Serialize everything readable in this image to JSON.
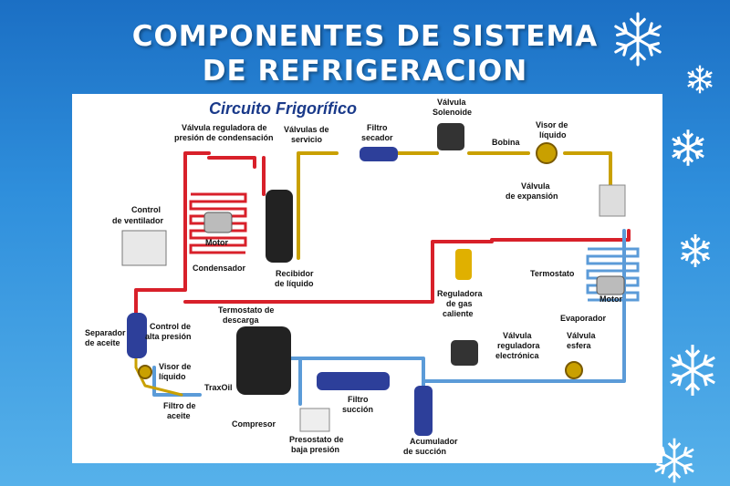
{
  "slide": {
    "title_line1": "COMPONENTES DE SISTEMA",
    "title_line2": "DE REFRIGERACION"
  },
  "diagram": {
    "title": "Circuito Frigorífico",
    "labels": {
      "valvula_reguladora_1": "Válvula reguladora de",
      "valvula_reguladora_2": "presión de condensación",
      "valvulas_servicio_1": "Válvulas de",
      "valvulas_servicio_2": "servicio",
      "filtro_secador_1": "Filtro",
      "filtro_secador_2": "secador",
      "valvula_solenoide_1": "Válvula",
      "valvula_solenoide_2": "Solenoide",
      "bobina": "Bobina",
      "visor_liquido_top_1": "Visor de",
      "visor_liquido_top_2": "líquido",
      "valvula_expansion_1": "Válvula",
      "valvula_expansion_2": "de expansión",
      "control_ventilador_1": "Control",
      "control_ventilador_2": "de ventilador",
      "motor_condensador": "Motor",
      "condensador": "Condensador",
      "recibidor_1": "Recibidor",
      "recibidor_2": "de líquido",
      "termostato": "Termostato",
      "motor_evaporador": "Motor",
      "evaporador": "Evaporador",
      "reguladora_gas_1": "Reguladora",
      "reguladora_gas_2": "de gas",
      "reguladora_gas_3": "caliente",
      "separador_1": "Separador",
      "separador_2": "de aceite",
      "control_alta_1": "Control de",
      "control_alta_2": "alta presión",
      "termostato_descarga_1": "Termostato de",
      "termostato_descarga_2": "descarga",
      "visor_liquido_low_1": "Visor de",
      "visor_liquido_low_2": "líquido",
      "filtro_aceite_1": "Filtro de",
      "filtro_aceite_2": "aceite",
      "traxoil": "TraxOil",
      "compresor": "Compresor",
      "filtro_succion_1": "Filtro",
      "filtro_succion_2": "succión",
      "presostato_1": "Presostato de",
      "presostato_2": "baja presión",
      "acumulador_1": "Acumulador",
      "acumulador_2": "de succión",
      "valvula_electronica_1": "Válvula",
      "valvula_electronica_2": "reguladora",
      "valvula_electronica_3": "electrónica",
      "valvula_esfera_1": "Válvula",
      "valvula_esfera_2": "esfera"
    }
  },
  "colors": {
    "background_top": "#1b6fc4",
    "background_bottom": "#56b1ea",
    "hot_line": "#d8202a",
    "liquid_line": "#c9a000",
    "suction_line": "#5b9bd8",
    "diagram_title": "#1a3a8a"
  },
  "icons": [
    "snowflake-icon"
  ]
}
